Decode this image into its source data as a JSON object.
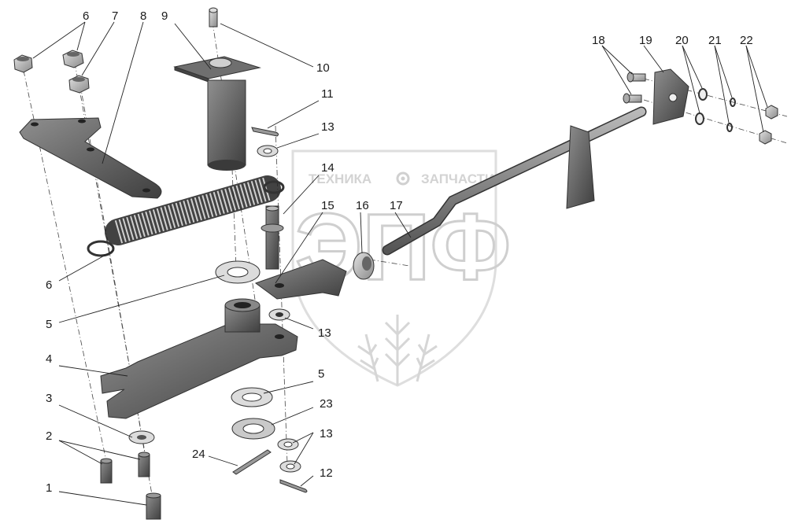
{
  "watermark": {
    "text_left": "ТЕХНИКА",
    "text_right": "ЗАПЧАСТИ",
    "logo": "ЭПФ",
    "gear_icon": "gear-icon"
  },
  "callouts": [
    {
      "id": "c1",
      "label": "1"
    },
    {
      "id": "c2",
      "label": "2"
    },
    {
      "id": "c3",
      "label": "3"
    },
    {
      "id": "c4",
      "label": "4"
    },
    {
      "id": "c5a",
      "label": "5"
    },
    {
      "id": "c5b",
      "label": "5"
    },
    {
      "id": "c6",
      "label": "6"
    },
    {
      "id": "c7",
      "label": "7"
    },
    {
      "id": "c8",
      "label": "8"
    },
    {
      "id": "c9",
      "label": "9"
    },
    {
      "id": "c10",
      "label": "10"
    },
    {
      "id": "c11",
      "label": "11"
    },
    {
      "id": "c12a",
      "label": "12"
    },
    {
      "id": "c12b",
      "label": "12"
    },
    {
      "id": "c13a",
      "label": "13"
    },
    {
      "id": "c13b",
      "label": "13"
    },
    {
      "id": "c13c",
      "label": "13"
    },
    {
      "id": "c14",
      "label": "14"
    },
    {
      "id": "c15",
      "label": "15"
    },
    {
      "id": "c16",
      "label": "16"
    },
    {
      "id": "c17",
      "label": "17"
    },
    {
      "id": "c18",
      "label": "18"
    },
    {
      "id": "c19",
      "label": "19"
    },
    {
      "id": "c20",
      "label": "20"
    },
    {
      "id": "c21",
      "label": "21"
    },
    {
      "id": "c22",
      "label": "22"
    },
    {
      "id": "c23",
      "label": "23"
    },
    {
      "id": "c24",
      "label": "24"
    }
  ]
}
